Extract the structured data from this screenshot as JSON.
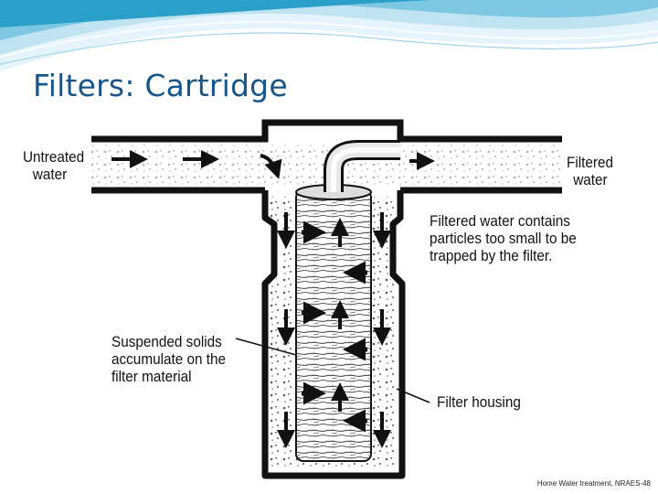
{
  "slide": {
    "title": "Filters: Cartridge",
    "citation": "Home Water treatment, NRAES-48"
  },
  "diagram": {
    "labels": {
      "untreated_line1": "Untreated",
      "untreated_line2": "water",
      "filtered_line1": "Filtered",
      "filtered_line2": "water",
      "filtered_contains_line1": "Filtered water contains",
      "filtered_contains_line2": "particles too small to be",
      "filtered_contains_line3": "trapped by the filter.",
      "suspended_line1": "Suspended solids",
      "suspended_line2": "accumulate on the",
      "suspended_line3": "filter material",
      "housing": "Filter housing"
    }
  },
  "colors": {
    "title": "#17568c",
    "swoosh_dark": "#2a9fc9",
    "swoosh_light": "#bfe3f1"
  }
}
